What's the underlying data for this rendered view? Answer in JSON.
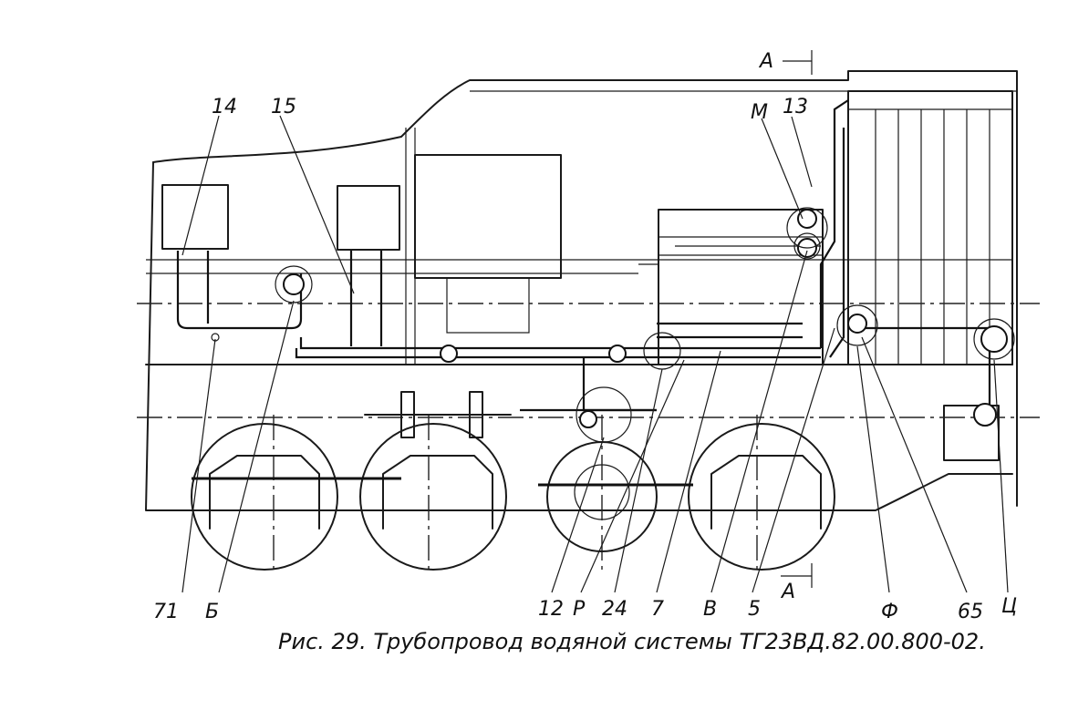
{
  "caption": "Рис. 29. Трубопровод водяной системы ТГ23ВД.82.00.800-02.",
  "section_marks": {
    "top": "А",
    "bottom": "А"
  },
  "labels_top": [
    "14",
    "15",
    "М",
    "13"
  ],
  "labels_bottom": [
    "71",
    "Б",
    "12",
    "Р",
    "24",
    "7",
    "В",
    "5",
    "Ф",
    "65",
    "Ц"
  ]
}
